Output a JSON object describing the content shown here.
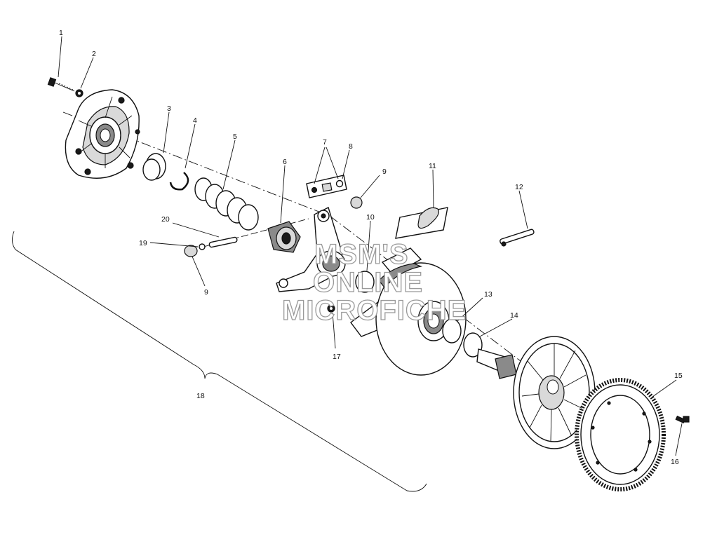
{
  "callouts": {
    "c1": "1",
    "c2": "2",
    "c3": "3",
    "c4": "4",
    "c5": "5",
    "c6": "6",
    "c7": "7",
    "c8": "8",
    "c9a": "9",
    "c9b": "9",
    "c10": "10",
    "c11": "11",
    "c12": "12",
    "c13": "13",
    "c14": "14",
    "c15": "15",
    "c16": "16",
    "c17": "17",
    "c18": "18",
    "c19": "19",
    "c20": "20"
  },
  "watermark": {
    "line1": "MSM'S",
    "line2": "ONLINE",
    "line3": "MICROFICHE"
  }
}
